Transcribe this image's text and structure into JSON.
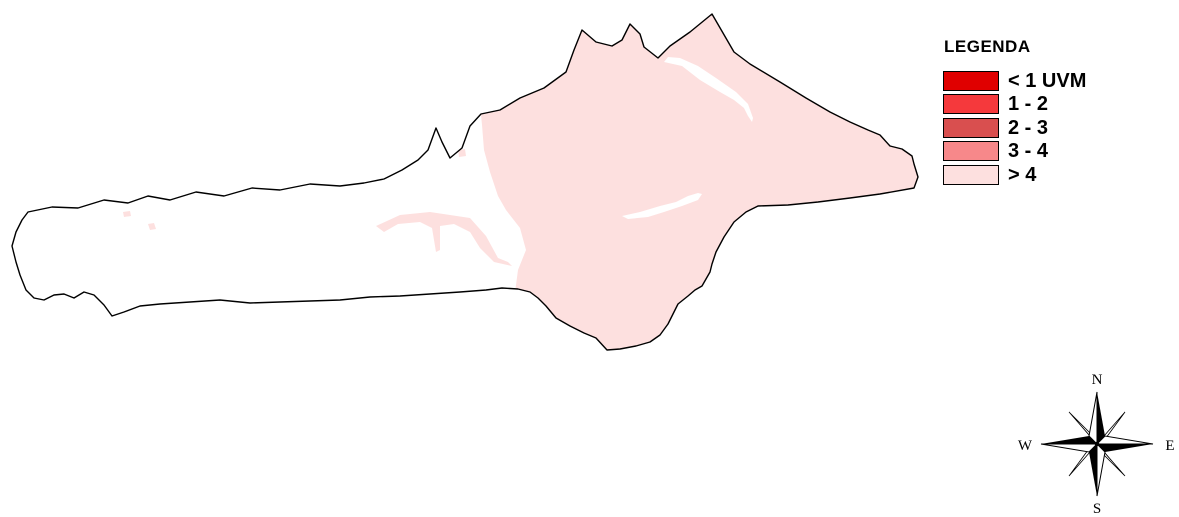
{
  "legend": {
    "title": "LEGENDA",
    "classes": [
      {
        "label": "< 1 UVM",
        "color": "#e00000"
      },
      {
        "label": "1 - 2",
        "color": "#f5393c"
      },
      {
        "label": "2 - 3",
        "color": "#d94f4f"
      },
      {
        "label": "3 - 4",
        "color": "#f7888a"
      },
      {
        "label": "> 4",
        "color": "#fde0df"
      }
    ]
  },
  "map": {
    "outline_color": "#000000",
    "fill_class_color": "#fde0df",
    "background_color": "#ffffff"
  },
  "compass": {
    "north": "N",
    "south": "S",
    "east": "E",
    "west": "W"
  }
}
